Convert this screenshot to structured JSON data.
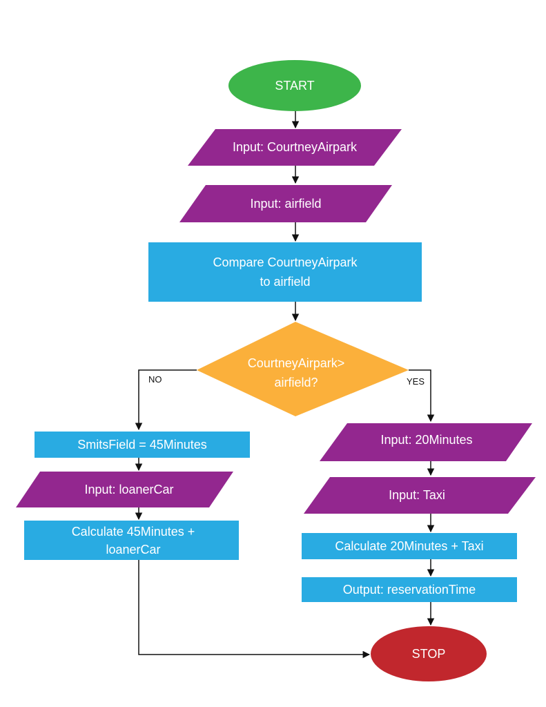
{
  "colors": {
    "start": "#3db54a",
    "stop": "#c1272d",
    "io": "#93278f",
    "process": "#29abe2",
    "decision": "#fbb03b",
    "line": "#111111",
    "text": "#ffffff"
  },
  "nodes": {
    "start": "START",
    "input_courtney": "Input: CourtneyAirpark",
    "input_airfield": "Input: airfield",
    "compare": [
      "Compare CourtneyAirpark",
      "to airfield"
    ],
    "decision": [
      "CourtneyAirpark>",
      "airfield?"
    ],
    "smits": "SmitsField = 45Minutes",
    "input_loaner": "Input: loanerCar",
    "calc_loaner": [
      "Calculate 45Minutes +",
      "loanerCar"
    ],
    "input_20": "Input: 20Minutes",
    "input_taxi": "Input: Taxi",
    "calc_taxi": "Calculate 20Minutes + Taxi",
    "output": "Output: reservationTime",
    "stop": "STOP"
  },
  "edge_labels": {
    "no": "NO",
    "yes": "YES"
  }
}
